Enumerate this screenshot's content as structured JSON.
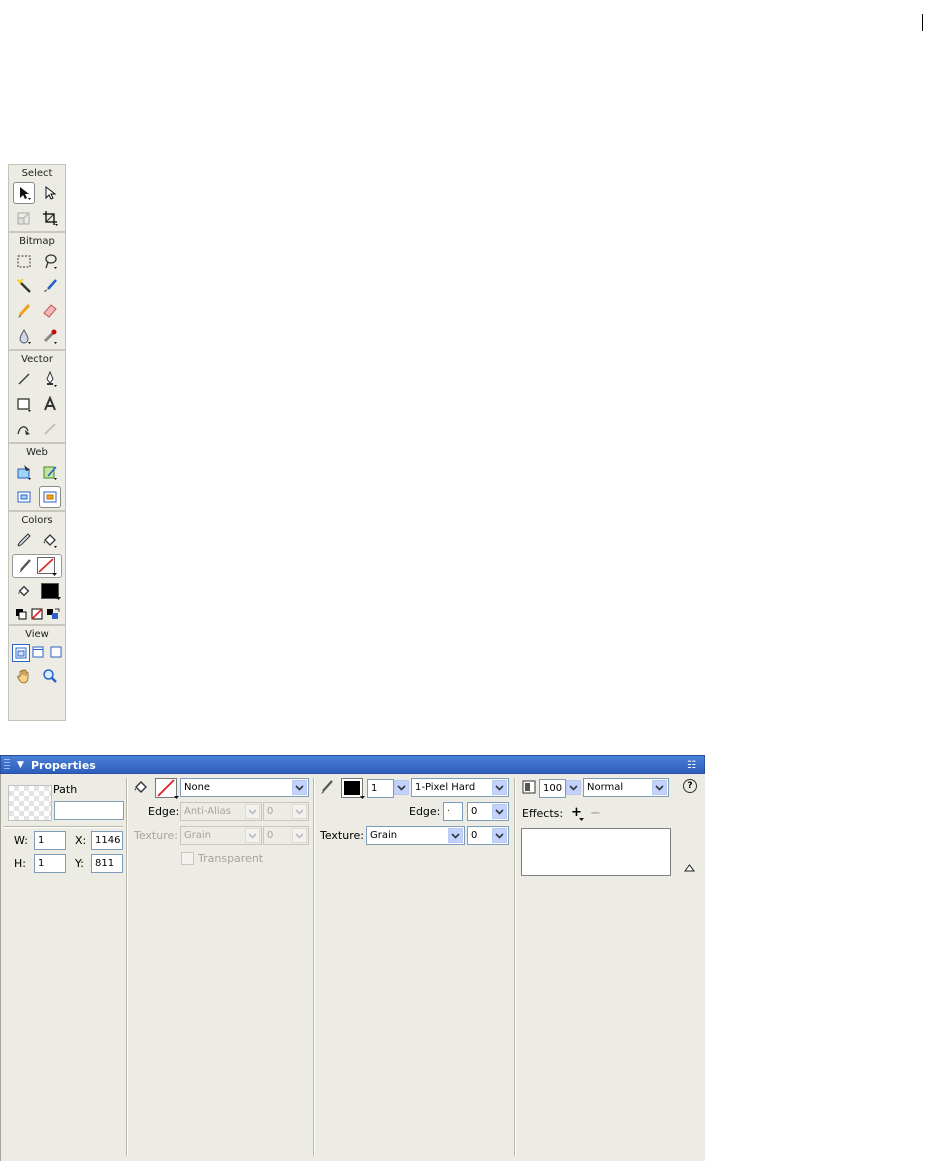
{
  "tools": {
    "sections": {
      "select": "Select",
      "bitmap": "Bitmap",
      "vector": "Vector",
      "web": "Web",
      "colors": "Colors",
      "view": "View"
    }
  },
  "properties": {
    "title": "Properties",
    "object_type": "Path",
    "object_name": "",
    "w_label": "W:",
    "w_value": "1",
    "h_label": "H:",
    "h_value": "1",
    "x_label": "X:",
    "x_value": "1146",
    "y_label": "Y:",
    "y_value": "811",
    "fill": {
      "type": "None",
      "edge_label": "Edge:",
      "edge": "Anti-Alias",
      "edge_amount": "0",
      "texture_label": "Texture:",
      "texture": "Grain",
      "texture_amount": "0",
      "transparent_label": "Transparent"
    },
    "stroke": {
      "size": "1",
      "type": "1-Pixel Hard",
      "edge_label": "Edge:",
      "edge_amount": "0",
      "texture_label": "Texture:",
      "texture": "Grain",
      "texture_amount": "0"
    },
    "opacity": "100",
    "blend_mode": "Normal",
    "effects_label": "Effects:"
  },
  "colors": {
    "titlebar": "#2d5ebd",
    "panel_bg": "#ecebe4",
    "stroke_color": "#000000",
    "fill_none_red": "#e02020"
  }
}
